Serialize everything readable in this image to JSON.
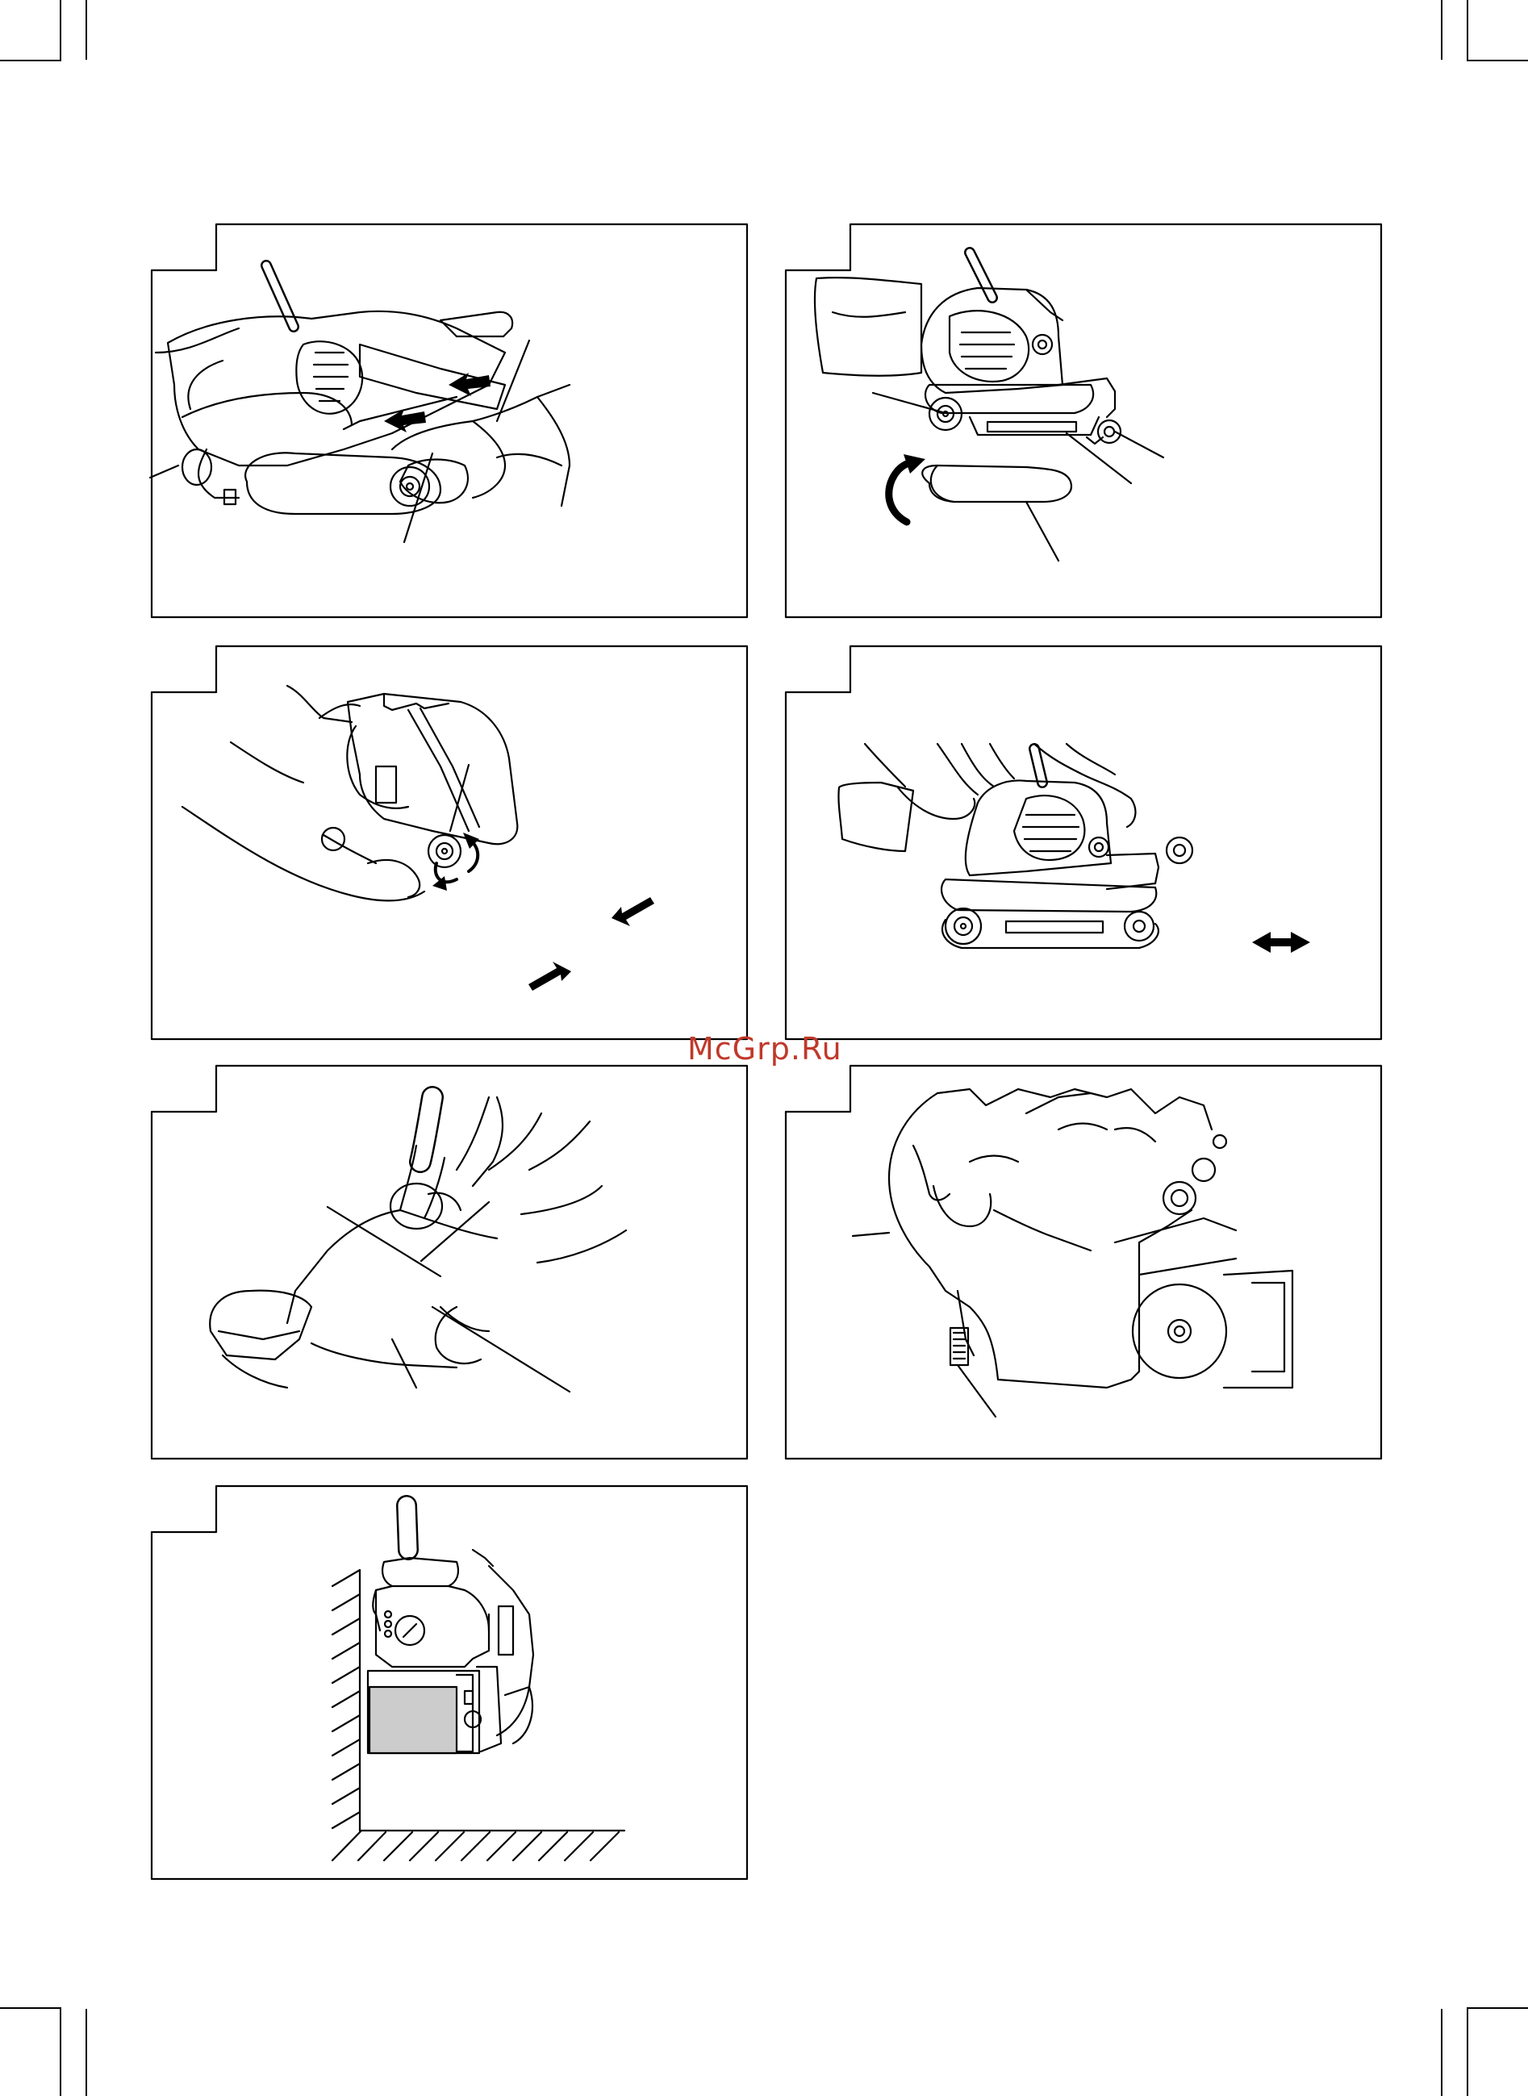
{
  "page": {
    "watermark": "McGrp.Ru",
    "colors": {
      "line": "#000000",
      "paper": "#ffffff",
      "watermark": "#c0392b",
      "fill_gray": "#cccccc"
    }
  },
  "figures": [
    {
      "id": "fig-1",
      "subject": "belt-sander-lever-release"
    },
    {
      "id": "fig-2",
      "subject": "belt-sander-belt-install"
    },
    {
      "id": "fig-3",
      "subject": "belt-sander-tracking-adjust"
    },
    {
      "id": "fig-4",
      "subject": "belt-sander-belt-check"
    },
    {
      "id": "fig-5",
      "subject": "belt-sander-dust-bag"
    },
    {
      "id": "fig-6",
      "subject": "belt-sander-switch-closeup"
    },
    {
      "id": "fig-7",
      "subject": "belt-sander-flush-sanding"
    }
  ]
}
